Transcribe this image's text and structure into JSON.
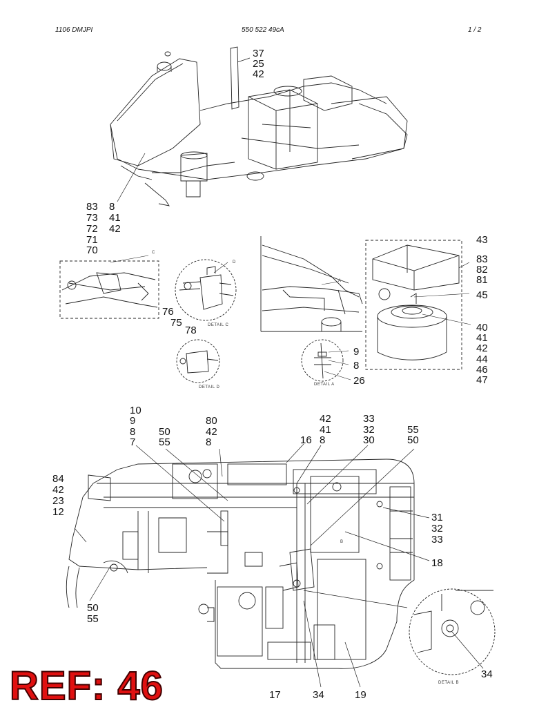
{
  "header": {
    "left": "1106 DMJPI",
    "center": "550 522 49cA",
    "right": "1 /  2"
  },
  "callouts": {
    "c37": "37",
    "c25": "25",
    "c42a": "42",
    "c83a": "83",
    "c73": "73",
    "c72": "72",
    "c71": "71",
    "c70": "70",
    "c8a": "8",
    "c41a": "41",
    "c42b": "42",
    "c43": "43",
    "c83b": "83",
    "c82": "82",
    "c81": "81",
    "c45": "45",
    "c40": "40",
    "c41b": "41",
    "c42c": "42",
    "c44": "44",
    "c46": "46",
    "c47": "47",
    "c76": "76",
    "c75": "75",
    "c78": "78",
    "c9a": "9",
    "c8b": "8",
    "c26": "26",
    "c10": "10",
    "c9b": "9",
    "c8c": "8",
    "c7": "7",
    "c50a": "50",
    "c55a": "55",
    "c80": "80",
    "c42d": "42",
    "c8d": "8",
    "c16": "16",
    "c42e": "42",
    "c41c": "41",
    "c8e": "8",
    "c33a": "33",
    "c32a": "32",
    "c30": "30",
    "c55b": "55",
    "c50b": "50",
    "c84": "84",
    "c42f": "42",
    "c23": "23",
    "c12": "12",
    "c31": "31",
    "c32b": "32",
    "c33b": "33",
    "c18": "18",
    "c50c": "50",
    "c55c": "55",
    "c34a": "34",
    "c17": "17",
    "c34b": "34",
    "c19": "19"
  },
  "detail_labels": {
    "c_tag": "C",
    "d_tag": "D",
    "a_tag": "A",
    "b_tag": "B",
    "detail_c": "DETAIL C",
    "detail_d": "DETAIL D",
    "detail_a": "DETAIL A",
    "detail_b": "DETAIL B"
  },
  "ref_stamp": "REF: 46"
}
